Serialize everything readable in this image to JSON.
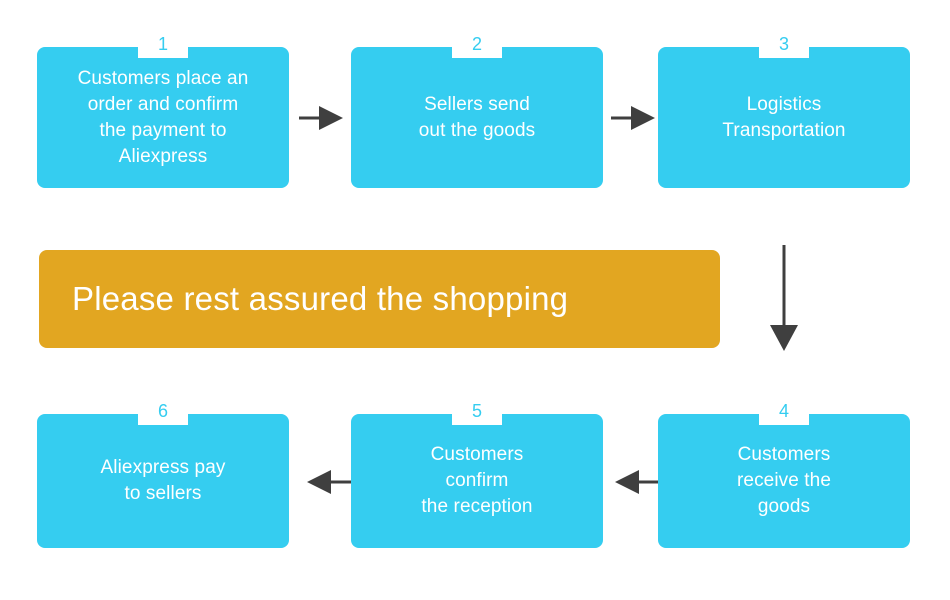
{
  "diagram": {
    "title": "Aliexpress order process flowchart",
    "colors": {
      "box": "#35cdf0",
      "banner": "#e2a621",
      "badge_bg": "#ffffff",
      "badge_text": "#35cdf0",
      "box_text": "#ffffff",
      "arrow": "#3f3f3f",
      "background": "#ffffff"
    },
    "banner": {
      "text": "Please rest assured the shopping"
    },
    "steps": [
      {
        "number": "1",
        "label": "Customers place an\norder and confirm\nthe payment to\nAliexpress"
      },
      {
        "number": "2",
        "label": "Sellers send\nout the goods"
      },
      {
        "number": "3",
        "label": "Logistics\nTransportation"
      },
      {
        "number": "4",
        "label": "Customers\nreceive the\ngoods"
      },
      {
        "number": "5",
        "label": "Customers\nconfirm\nthe reception"
      },
      {
        "number": "6",
        "label": "Aliexpress pay\nto sellers"
      }
    ],
    "arrows": [
      {
        "name": "arrow-step1-to-step2",
        "direction": "right"
      },
      {
        "name": "arrow-step2-to-step3",
        "direction": "right"
      },
      {
        "name": "arrow-step3-to-step4",
        "direction": "down"
      },
      {
        "name": "arrow-step4-to-step5",
        "direction": "left"
      },
      {
        "name": "arrow-step5-to-step6",
        "direction": "left"
      }
    ]
  }
}
